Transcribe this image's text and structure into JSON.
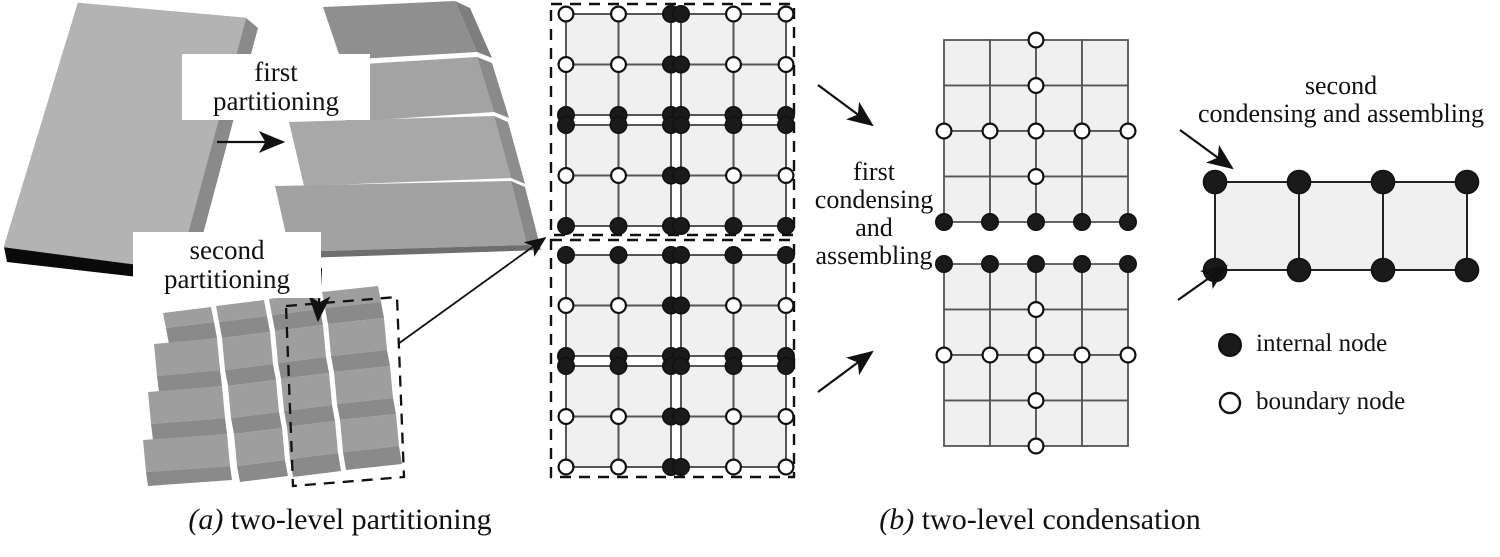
{
  "figure": {
    "captions": {
      "a_marker": "(a)",
      "a_text": "two-level partitioning",
      "b_marker": "(b)",
      "b_text": "two-level condensation"
    }
  },
  "panel_a": {
    "labels": {
      "first_partitioning": "first\npartitioning",
      "second_partitioning": "second\npartitioning"
    },
    "solid_block_name": "undivided-solid-block",
    "first_level_slices": 4,
    "second_level_columns": 4,
    "second_level_rows": 4
  },
  "panel_b": {
    "labels": {
      "first_condensing": "first\ncondensing\nand\nassembling",
      "second_condensing": "second\ncondensing and assembling"
    },
    "superelements": [
      {
        "name": "superelement-top",
        "subblocks": [
          {
            "name": "subblock-top-left",
            "nodes": [
              [
                "b",
                "b",
                "i"
              ],
              [
                "b",
                "b",
                "i"
              ],
              [
                "i",
                "i",
                "i"
              ]
            ]
          },
          {
            "name": "subblock-top-right",
            "nodes": [
              [
                "i",
                "b",
                "b"
              ],
              [
                "i",
                "b",
                "b"
              ],
              [
                "i",
                "i",
                "i"
              ]
            ]
          },
          {
            "name": "subblock-bot-left",
            "nodes": [
              [
                "i",
                "i",
                "i"
              ],
              [
                "b",
                "b",
                "i"
              ],
              [
                "i",
                "i",
                "i"
              ]
            ]
          },
          {
            "name": "subblock-bot-right",
            "nodes": [
              [
                "i",
                "i",
                "i"
              ],
              [
                "i",
                "b",
                "b"
              ],
              [
                "i",
                "i",
                "i"
              ]
            ]
          }
        ]
      },
      {
        "name": "superelement-bottom",
        "subblocks": [
          {
            "name": "subblock-top-left",
            "nodes": [
              [
                "i",
                "i",
                "i"
              ],
              [
                "b",
                "b",
                "i"
              ],
              [
                "i",
                "i",
                "i"
              ]
            ]
          },
          {
            "name": "subblock-top-right",
            "nodes": [
              [
                "i",
                "i",
                "i"
              ],
              [
                "i",
                "b",
                "b"
              ],
              [
                "i",
                "i",
                "i"
              ]
            ]
          },
          {
            "name": "subblock-bot-left",
            "nodes": [
              [
                "i",
                "i",
                "i"
              ],
              [
                "b",
                "b",
                "i"
              ],
              [
                "b",
                "b",
                "i"
              ]
            ]
          },
          {
            "name": "subblock-bot-right",
            "nodes": [
              [
                "i",
                "i",
                "i"
              ],
              [
                "i",
                "b",
                "b"
              ],
              [
                "i",
                "b",
                "b"
              ]
            ]
          }
        ]
      }
    ],
    "condensed_blocks": [
      {
        "name": "condensed-superelement-top",
        "cols": 4,
        "rows": 4,
        "nodes": [
          {
            "col": 2,
            "row": 0,
            "type": "b"
          },
          {
            "col": 2,
            "row": 1,
            "type": "b"
          },
          {
            "col": 0,
            "row": 2,
            "type": "b"
          },
          {
            "col": 1,
            "row": 2,
            "type": "b"
          },
          {
            "col": 2,
            "row": 2,
            "type": "b"
          },
          {
            "col": 3,
            "row": 2,
            "type": "b"
          },
          {
            "col": 4,
            "row": 2,
            "type": "b"
          },
          {
            "col": 2,
            "row": 3,
            "type": "b"
          },
          {
            "col": 0,
            "row": 4,
            "type": "i"
          },
          {
            "col": 1,
            "row": 4,
            "type": "i"
          },
          {
            "col": 2,
            "row": 4,
            "type": "i"
          },
          {
            "col": 3,
            "row": 4,
            "type": "i"
          },
          {
            "col": 4,
            "row": 4,
            "type": "i"
          }
        ]
      },
      {
        "name": "condensed-superelement-bottom",
        "cols": 4,
        "rows": 4,
        "nodes": [
          {
            "col": 0,
            "row": 0,
            "type": "i"
          },
          {
            "col": 1,
            "row": 0,
            "type": "i"
          },
          {
            "col": 2,
            "row": 0,
            "type": "i"
          },
          {
            "col": 3,
            "row": 0,
            "type": "i"
          },
          {
            "col": 4,
            "row": 0,
            "type": "i"
          },
          {
            "col": 2,
            "row": 1,
            "type": "b"
          },
          {
            "col": 0,
            "row": 2,
            "type": "b"
          },
          {
            "col": 1,
            "row": 2,
            "type": "b"
          },
          {
            "col": 2,
            "row": 2,
            "type": "b"
          },
          {
            "col": 3,
            "row": 2,
            "type": "b"
          },
          {
            "col": 4,
            "row": 2,
            "type": "b"
          },
          {
            "col": 2,
            "row": 3,
            "type": "b"
          },
          {
            "col": 2,
            "row": 4,
            "type": "b"
          }
        ]
      }
    ],
    "final_assembly": {
      "name": "final-assembled-structure",
      "cols": 3,
      "rows": 1,
      "node_count": 8,
      "node_type": "i"
    }
  },
  "legend": {
    "items": [
      {
        "name": "internal-node",
        "marker": "filled",
        "label": "internal node"
      },
      {
        "name": "boundary-node",
        "marker": "hollow",
        "label": "boundary node"
      }
    ]
  },
  "colors": {
    "background": "#ffffff",
    "ink": "#111111",
    "cell_fill": "#f0f0f0",
    "grid_line": "#555555",
    "block_face_light": "#b3b3b3",
    "block_face_mid": "#a0a0a0",
    "block_side_dark": "#8a8a8a",
    "block_edge_black": "#0a0a0a",
    "node_internal": "#1a1a1a",
    "node_boundary": "#ffffff"
  }
}
